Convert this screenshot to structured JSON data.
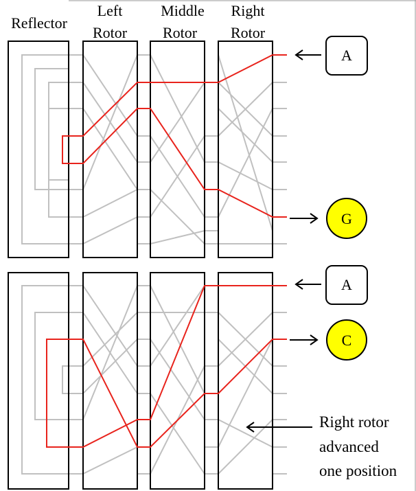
{
  "headers": {
    "reflector": "Reflector",
    "left_line1": "Left",
    "left_line2": "Rotor",
    "middle_line1": "Middle",
    "middle_line2": "Rotor",
    "right_line1": "Right",
    "right_line2": "Rotor"
  },
  "top_panel": {
    "input_key": "A",
    "output_lamp": "G"
  },
  "bottom_panel": {
    "input_key": "A",
    "output_lamp": "C"
  },
  "annotation": {
    "line1": "Right rotor",
    "line2": "advanced",
    "line3": "one position"
  },
  "colors": {
    "signal": "#e8231c",
    "wire": "#c0c0c0",
    "lamp": "#ffff00",
    "outline": "#000000"
  }
}
